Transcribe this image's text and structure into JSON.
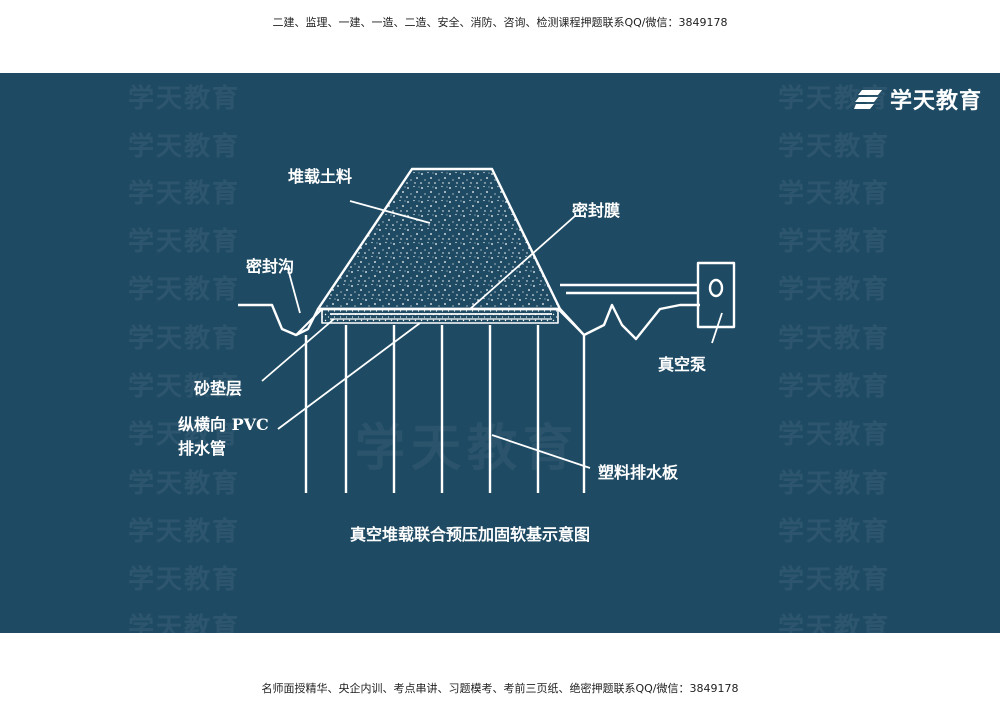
{
  "header": {
    "promo": "二建、监理、一建、一造、二造、安全、消防、咨询、检测课程押题联系QQ/微信：3849178"
  },
  "footer": {
    "promo": "名师面授精华、央企内训、考点串讲、习题模考、考前三页纸、绝密押题联系QQ/微信：3849178"
  },
  "brand": {
    "logo_text": "学天教育",
    "watermark_text": "学天教育"
  },
  "diagram": {
    "labels": {
      "fill_soil": "堆载土料",
      "seal_membrane": "密封膜",
      "seal_trench": "密封沟",
      "vacuum_pump": "真空泵",
      "sand_cushion": "砂垫层",
      "pvc_pipe_line1": "纵横向 PVC",
      "pvc_pipe_line2": "排水管",
      "plastic_drain_board": "塑料排水板"
    },
    "caption": "真空堆载联合预压加固软基示意图"
  },
  "colors": {
    "slide_background": "#1e4a63",
    "line": "#ffffff",
    "page_background": "#ffffff"
  }
}
